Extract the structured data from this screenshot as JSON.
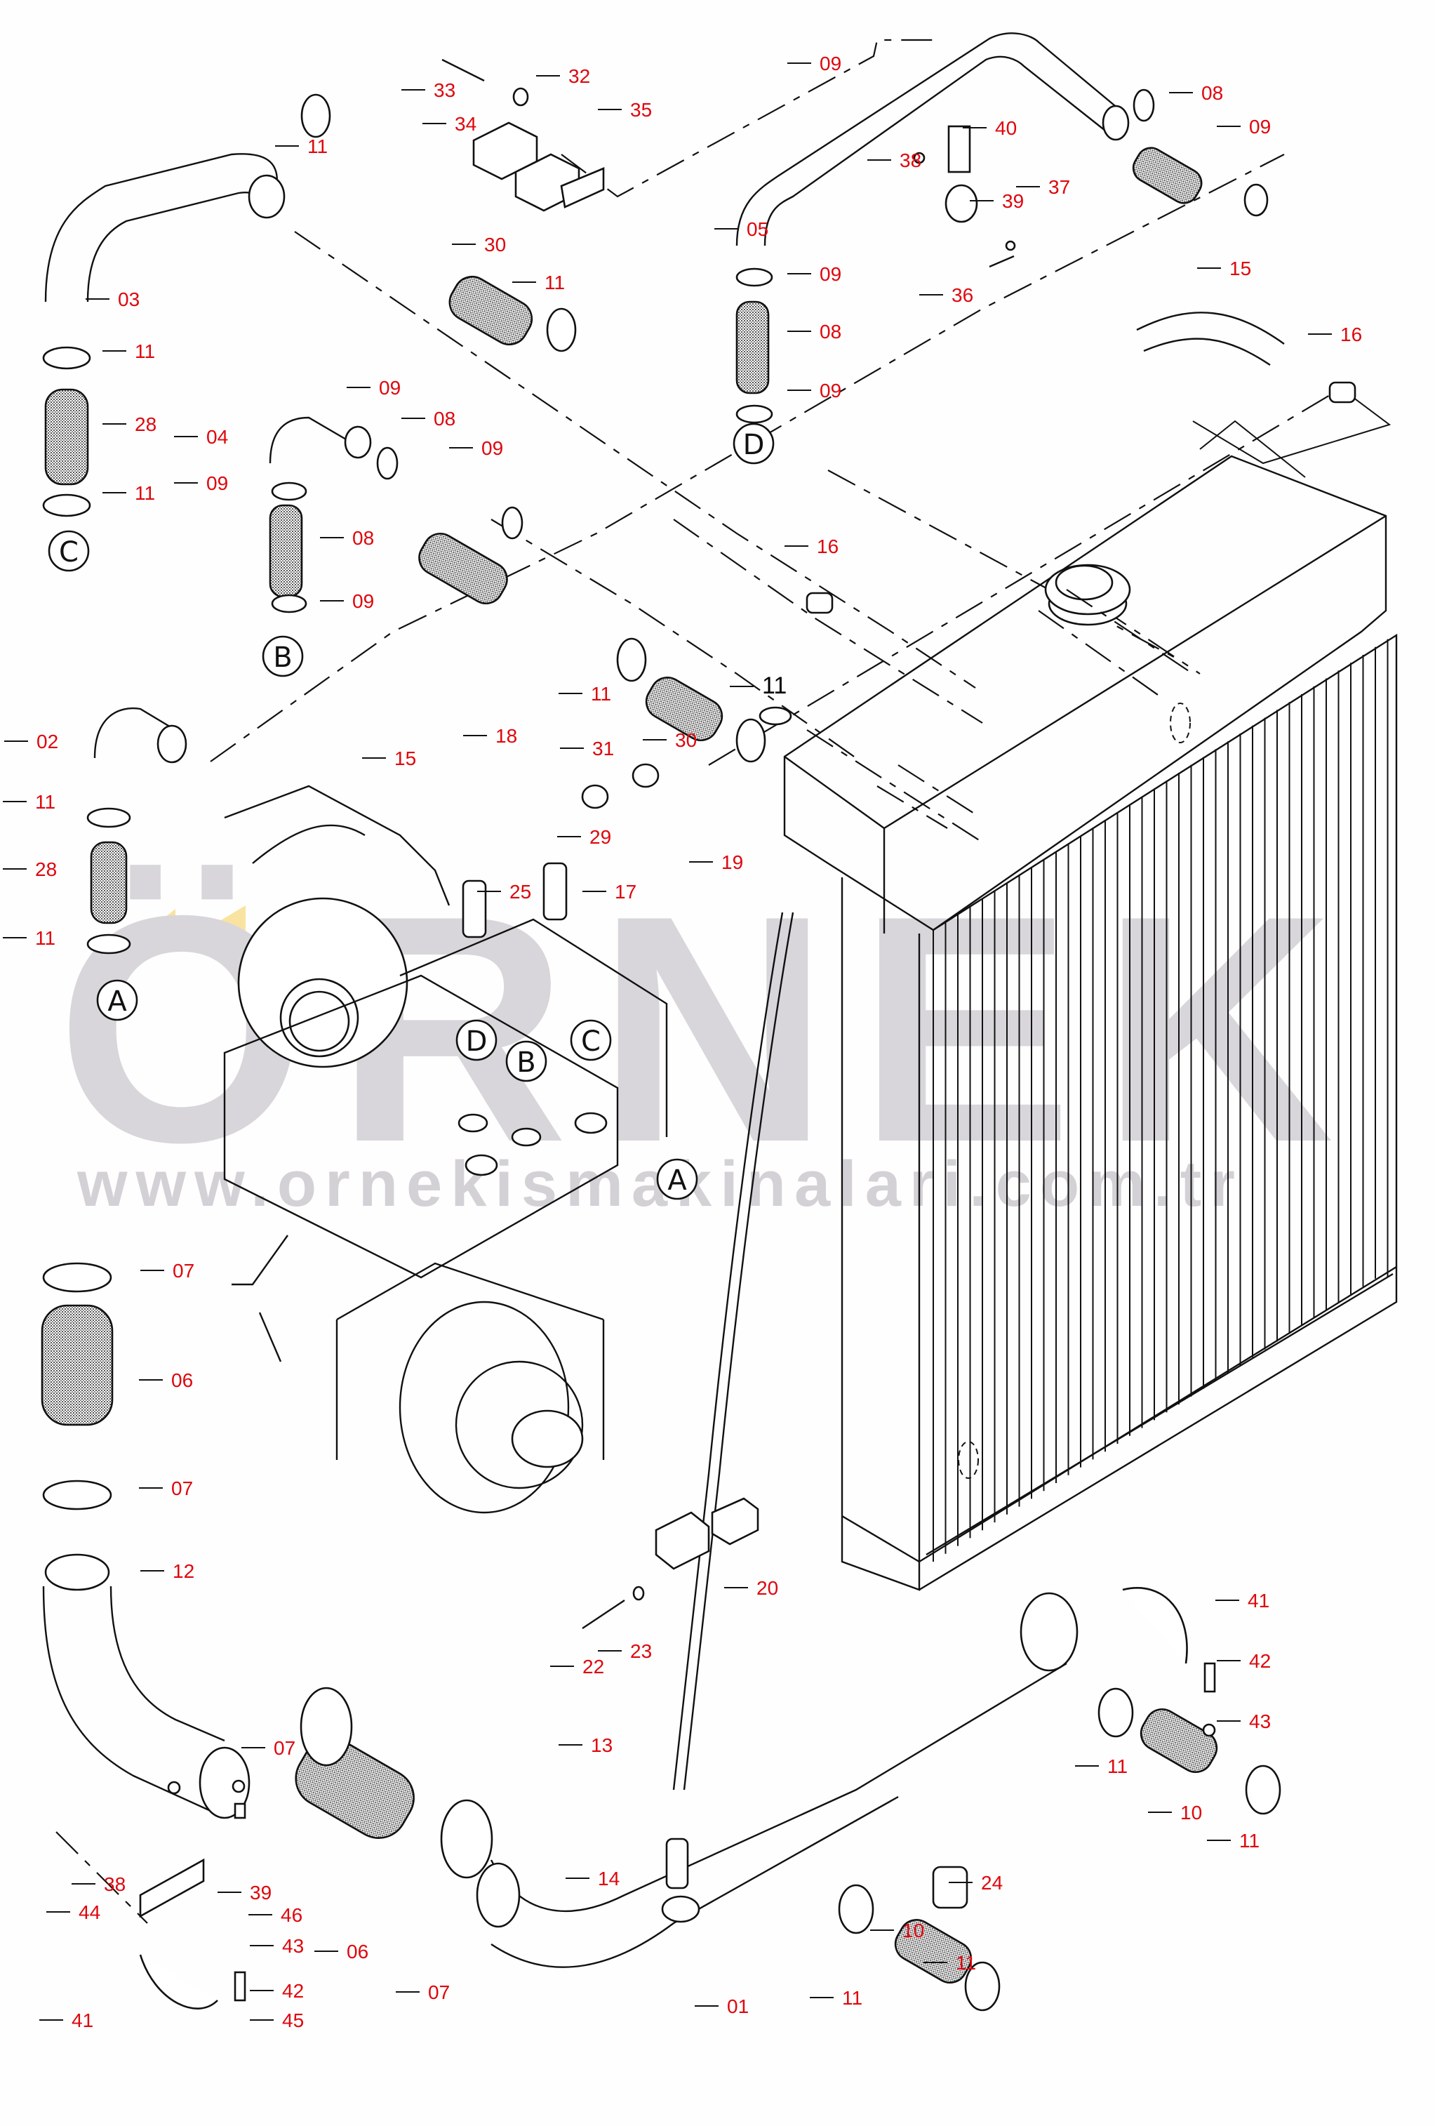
{
  "diagram": {
    "title": "Radiator / Turbo Intercooler Hose Assembly - Exploded Parts View",
    "watermark": {
      "brand": "ÖRNEK",
      "url": "www.ornekismakinalari.com.tr"
    },
    "colors": {
      "label": "#e0060d",
      "line": "#111111",
      "watermark": "#d8d6da",
      "watermark_accent": "#f9e3a0",
      "background": "#fdfefd"
    },
    "reference_markers": [
      "A",
      "B",
      "C",
      "D"
    ],
    "callouts": [
      {
        "id": "c33",
        "label": "33"
      },
      {
        "id": "c34",
        "label": "34"
      },
      {
        "id": "c32",
        "label": "32"
      },
      {
        "id": "c35",
        "label": "35"
      },
      {
        "id": "c11a",
        "label": "11"
      },
      {
        "id": "c03",
        "label": "03"
      },
      {
        "id": "c11b",
        "label": "11"
      },
      {
        "id": "c28a",
        "label": "28"
      },
      {
        "id": "c11c",
        "label": "11"
      },
      {
        "id": "c30a",
        "label": "30"
      },
      {
        "id": "c11d",
        "label": "11"
      },
      {
        "id": "c04",
        "label": "04"
      },
      {
        "id": "c09a",
        "label": "09"
      },
      {
        "id": "c08a",
        "label": "08"
      },
      {
        "id": "c09b",
        "label": "09"
      },
      {
        "id": "c09c",
        "label": "09"
      },
      {
        "id": "c08b",
        "label": "08"
      },
      {
        "id": "c09d",
        "label": "09"
      },
      {
        "id": "c09e",
        "label": "09"
      },
      {
        "id": "c08c",
        "label": "08"
      },
      {
        "id": "c09f",
        "label": "09"
      },
      {
        "id": "c40",
        "label": "40"
      },
      {
        "id": "c38a",
        "label": "38"
      },
      {
        "id": "c39a",
        "label": "39"
      },
      {
        "id": "c37",
        "label": "37"
      },
      {
        "id": "c05",
        "label": "05"
      },
      {
        "id": "c36",
        "label": "36"
      },
      {
        "id": "c09g",
        "label": "09"
      },
      {
        "id": "c08d",
        "label": "08"
      },
      {
        "id": "c09h",
        "label": "09"
      },
      {
        "id": "c15a",
        "label": "15"
      },
      {
        "id": "c16a",
        "label": "16"
      },
      {
        "id": "c16b",
        "label": "16"
      },
      {
        "id": "c02",
        "label": "02"
      },
      {
        "id": "c11e",
        "label": "11"
      },
      {
        "id": "c28b",
        "label": "28"
      },
      {
        "id": "c11f",
        "label": "11"
      },
      {
        "id": "c11g",
        "label": "11"
      },
      {
        "id": "c30b",
        "label": "30"
      },
      {
        "id": "c11h",
        "label": "11"
      },
      {
        "id": "c15b",
        "label": "15"
      },
      {
        "id": "c18",
        "label": "18"
      },
      {
        "id": "c31",
        "label": "31"
      },
      {
        "id": "c29",
        "label": "29"
      },
      {
        "id": "c25",
        "label": "25"
      },
      {
        "id": "c17",
        "label": "17"
      },
      {
        "id": "c19",
        "label": "19"
      },
      {
        "id": "c07a",
        "label": "07"
      },
      {
        "id": "c06a",
        "label": "06"
      },
      {
        "id": "c07b",
        "label": "07"
      },
      {
        "id": "c12",
        "label": "12"
      },
      {
        "id": "c20",
        "label": "20"
      },
      {
        "id": "c22",
        "label": "22"
      },
      {
        "id": "c23",
        "label": "23"
      },
      {
        "id": "c13",
        "label": "13"
      },
      {
        "id": "c14",
        "label": "14"
      },
      {
        "id": "c41a",
        "label": "41"
      },
      {
        "id": "c42a",
        "label": "42"
      },
      {
        "id": "c43a",
        "label": "43"
      },
      {
        "id": "c11i",
        "label": "11"
      },
      {
        "id": "c10a",
        "label": "10"
      },
      {
        "id": "c11j",
        "label": "11"
      },
      {
        "id": "c24",
        "label": "24"
      },
      {
        "id": "c07c",
        "label": "07"
      },
      {
        "id": "c38b",
        "label": "38"
      },
      {
        "id": "c39b",
        "label": "39"
      },
      {
        "id": "c46",
        "label": "46"
      },
      {
        "id": "c44",
        "label": "44"
      },
      {
        "id": "c43b",
        "label": "43"
      },
      {
        "id": "c42b",
        "label": "42"
      },
      {
        "id": "c45",
        "label": "45"
      },
      {
        "id": "c41b",
        "label": "41"
      },
      {
        "id": "c06b",
        "label": "06"
      },
      {
        "id": "c07d",
        "label": "07"
      },
      {
        "id": "c01",
        "label": "01"
      },
      {
        "id": "c10b",
        "label": "10"
      },
      {
        "id": "c11k",
        "label": "11"
      },
      {
        "id": "c11l",
        "label": "11"
      }
    ]
  }
}
